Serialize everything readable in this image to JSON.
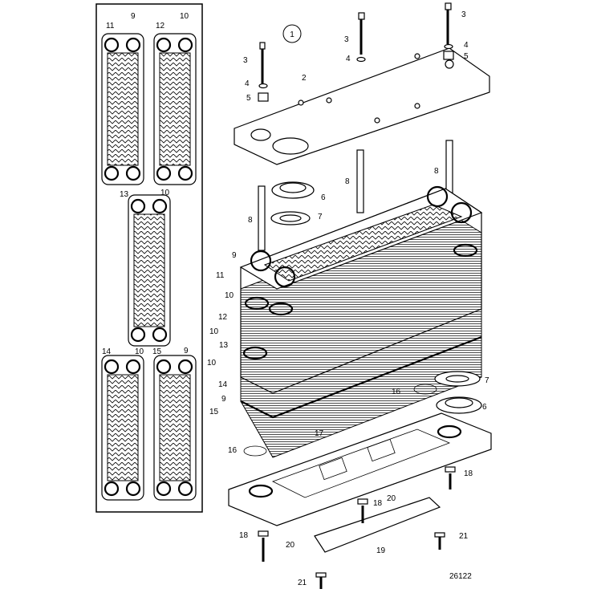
{
  "figure_number": "26122",
  "assembly_callout": "1",
  "inset_labels": [
    {
      "text": "11"
    },
    {
      "text": "9"
    },
    {
      "text": "12"
    },
    {
      "text": "10"
    },
    {
      "text": "13"
    },
    {
      "text": "10"
    },
    {
      "text": "14"
    },
    {
      "text": "10"
    },
    {
      "text": "15"
    },
    {
      "text": "9"
    }
  ],
  "callouts": [
    {
      "text": "3"
    },
    {
      "text": "4"
    },
    {
      "text": "5"
    },
    {
      "text": "2"
    },
    {
      "text": "3"
    },
    {
      "text": "4"
    },
    {
      "text": "3"
    },
    {
      "text": "4"
    },
    {
      "text": "5"
    },
    {
      "text": "6"
    },
    {
      "text": "7"
    },
    {
      "text": "8"
    },
    {
      "text": "8"
    },
    {
      "text": "8"
    },
    {
      "text": "9"
    },
    {
      "text": "11"
    },
    {
      "text": "10"
    },
    {
      "text": "12"
    },
    {
      "text": "10"
    },
    {
      "text": "13"
    },
    {
      "text": "10"
    },
    {
      "text": "14"
    },
    {
      "text": "9"
    },
    {
      "text": "15"
    },
    {
      "text": "16"
    },
    {
      "text": "7"
    },
    {
      "text": "6"
    },
    {
      "text": "16"
    },
    {
      "text": "17"
    },
    {
      "text": "18"
    },
    {
      "text": "18"
    },
    {
      "text": "20"
    },
    {
      "text": "20"
    },
    {
      "text": "18"
    },
    {
      "text": "19"
    },
    {
      "text": "21"
    },
    {
      "text": "21"
    }
  ]
}
